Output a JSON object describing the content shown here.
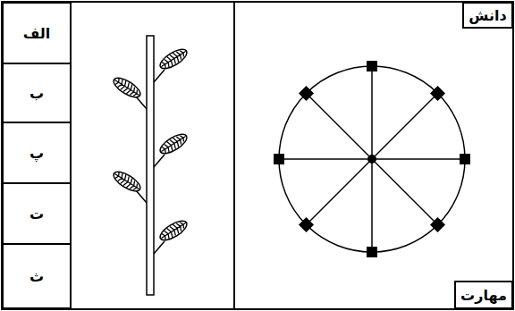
{
  "diagram": {
    "nodes": [
      {
        "text": [
          "الف"
        ]
      },
      {
        "text": [
          "ب"
        ]
      },
      {
        "text": [
          "پ"
        ]
      },
      {
        "text": [
          "ت"
        ]
      },
      {
        "text": [
          "ث"
        ]
      },
      {
        "text": [
          "دانش"
        ]
      },
      {
        "text": [
          "مهارت"
        ]
      }
    ]
  }
}
